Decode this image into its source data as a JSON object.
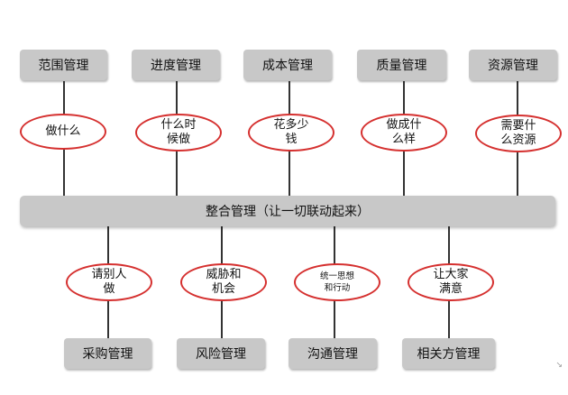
{
  "top_boxes": [
    {
      "label": "范围管理",
      "oval": [
        "做什么"
      ]
    },
    {
      "label": "进度管理",
      "oval": [
        "什么时",
        "候做"
      ]
    },
    {
      "label": "成本管理",
      "oval": [
        "花多少",
        "钱"
      ]
    },
    {
      "label": "质量管理",
      "oval": [
        "做成什",
        "么样"
      ]
    },
    {
      "label": "资源管理",
      "oval": [
        "需要什",
        "么资源"
      ]
    }
  ],
  "center_bar": "整合管理（让一切联动起来）",
  "bottom_boxes": [
    {
      "label": "采购管理",
      "oval": [
        "请别人",
        "做"
      ]
    },
    {
      "label": "风险管理",
      "oval": [
        "威胁和",
        "机会"
      ]
    },
    {
      "label": "沟通管理",
      "oval": [
        "统一思想",
        "和行动"
      ]
    },
    {
      "label": "相关方管理",
      "oval": [
        "让大家",
        "满意"
      ]
    }
  ],
  "corner_mark": "↘",
  "colors": {
    "box_fill": "#c8c8c8",
    "oval_border": "#d5302f",
    "connector": "#333333"
  }
}
